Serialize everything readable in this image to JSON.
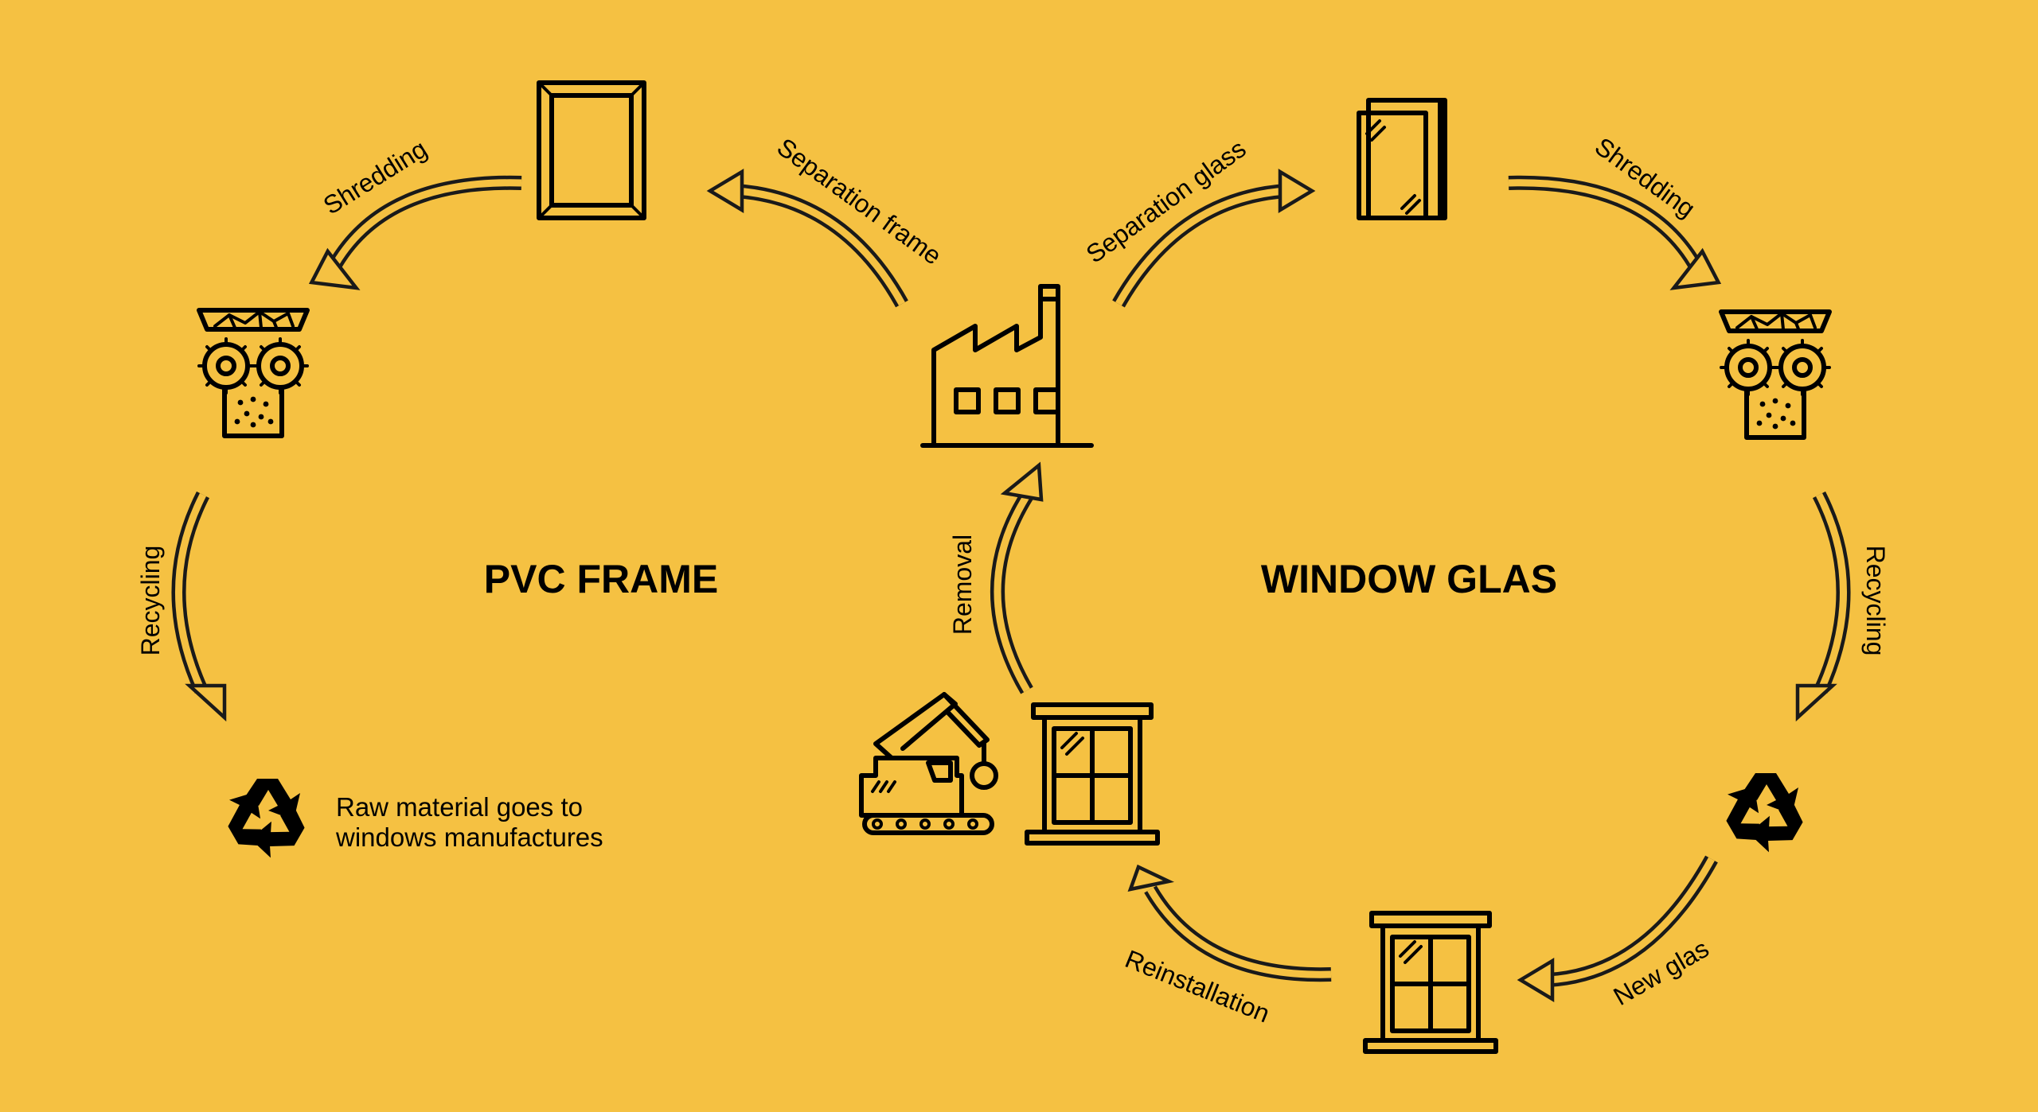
{
  "diagram": {
    "left_cycle_title": "PVC FRAME",
    "right_cycle_title": "WINDOW GLAS",
    "steps": {
      "shredding_left": "Shredding",
      "separation_frame": "Separation frame",
      "separation_glass": "Separation glass",
      "shredding_right": "Shredding",
      "recycling_left": "Recycling",
      "recycling_right": "Recycling",
      "removal": "Removal",
      "reinstallation": "Reinstallation",
      "new_glas": "New glas"
    },
    "note_line1": "Raw material goes to",
    "note_line2": "windows manufactures"
  },
  "colors": {
    "background": "#f5c142",
    "ink": "#000000"
  },
  "icons": [
    "picture-frame-icon",
    "factory-icon",
    "glass-panes-icon",
    "shredder-icon",
    "recycle-icon",
    "window-icon",
    "excavator-icon"
  ]
}
